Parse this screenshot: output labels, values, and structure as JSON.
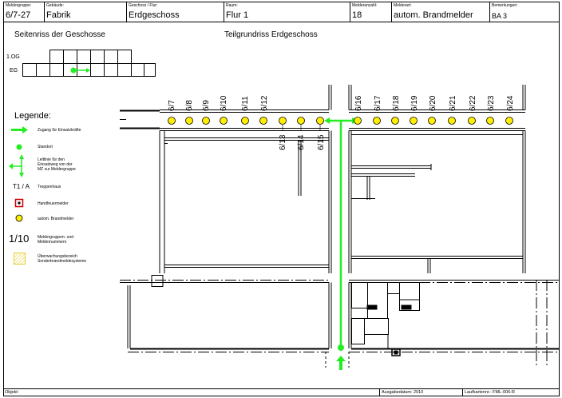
{
  "header": {
    "captions": [
      "Meldergruppe:",
      "Gebäude:",
      "Geschoss / Flur:",
      "Raum:",
      "Melderanzahl:",
      "Melderart:",
      "Bemerkungen:"
    ],
    "values": [
      "6/7-27",
      "Fabrik",
      "Erdgeschoss",
      "Flur 1",
      "18",
      "autom. Brandmelder",
      "BA 3"
    ]
  },
  "titles": {
    "elevation": "Seitenriss der Geschosse",
    "plan": "Teilgrundriss Erdgeschoss"
  },
  "elevation": {
    "floor_upper": "1.OG",
    "floor_ground": "EG"
  },
  "legend": {
    "title": "Legende:",
    "items": [
      {
        "symbol": "T1 / A",
        "text": "Treppenhaus"
      },
      {
        "text": "Zugang für Einsatzkräfte"
      },
      {
        "text": "Standort"
      },
      {
        "text": "Leitlinie für den\nEinsatzweg von der\nMZ zur Meldergruppe"
      },
      {
        "text": "Handfeuermelder"
      },
      {
        "text": "autom. Brandmelder"
      },
      {
        "symbol": "1/10",
        "text": "Meldergruppen- und\nMeldernummern"
      },
      {
        "text": "Überwachungsbereich\nSonderbrandmeldesysteme"
      }
    ]
  },
  "detectors": {
    "left_labels": [
      "6/7",
      "6/8",
      "6/9",
      "6/10",
      "6/11",
      "6/12"
    ],
    "mid_labels": [
      "6/13",
      "6/14",
      "6/15"
    ],
    "right_labels": [
      "6/16",
      "6/17",
      "6/18",
      "6/19",
      "6/20",
      "6/21",
      "6/22",
      "6/23",
      "6/24"
    ]
  },
  "footer": {
    "object_label": "Objekt:",
    "date_label": "Ausgabedatum: 2010",
    "sheet_label": "Laufkartennr.: FML-006-R"
  },
  "colors": {
    "route": "#22ee22",
    "detector": "#ffee00",
    "hatch": "#e6cc33",
    "manual_call": "#cc0000"
  }
}
